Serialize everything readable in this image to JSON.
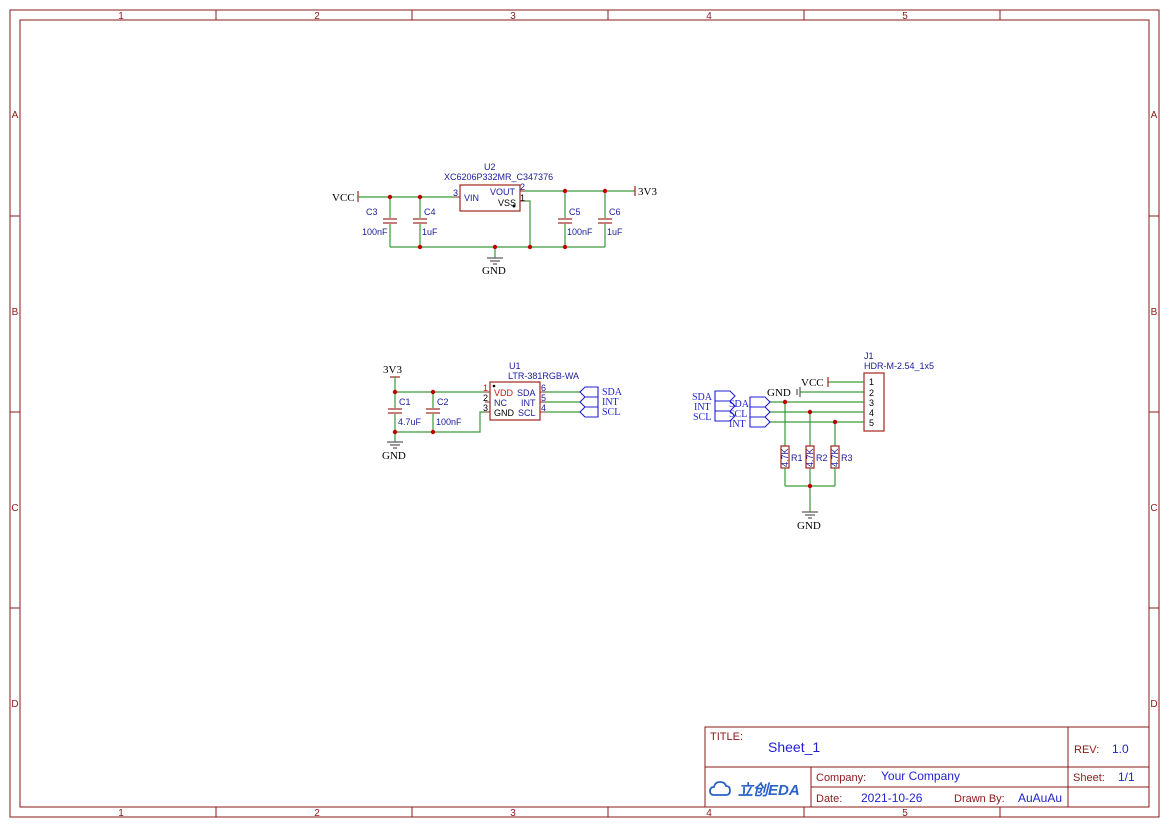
{
  "frame": {
    "columns": [
      "1",
      "2",
      "3",
      "4",
      "5"
    ],
    "rows": [
      "A",
      "B",
      "C",
      "D"
    ]
  },
  "regulator": {
    "ref": "U2",
    "part": "XC6206P332MR_C347376",
    "pins": {
      "vin": "VIN",
      "vout": "VOUT",
      "vss": "VSS",
      "n1": "1",
      "n2": "2",
      "n3": "3"
    },
    "input_net": "VCC",
    "output_net": "3V3",
    "gnd_net": "GND",
    "caps": [
      {
        "ref": "C3",
        "value": "100nF"
      },
      {
        "ref": "C4",
        "value": "1uF"
      },
      {
        "ref": "C5",
        "value": "100nF"
      },
      {
        "ref": "C6",
        "value": "1uF"
      }
    ]
  },
  "sensor": {
    "ref": "U1",
    "part": "LTR-381RGB-WA",
    "left_pins": [
      {
        "num": "1",
        "name": "VDD"
      },
      {
        "num": "2",
        "name": "NC"
      },
      {
        "num": "3",
        "name": "GND"
      }
    ],
    "right_pins": [
      {
        "num": "6",
        "name": "SDA"
      },
      {
        "num": "5",
        "name": "INT"
      },
      {
        "num": "4",
        "name": "SCL"
      }
    ],
    "power_net": "3V3",
    "gnd_net": "GND",
    "caps": [
      {
        "ref": "C1",
        "value": "4.7uF"
      },
      {
        "ref": "C2",
        "value": "100nF"
      }
    ],
    "ports": [
      "SDA",
      "INT",
      "SCL"
    ]
  },
  "connector": {
    "ref": "J1",
    "part": "HDR-M-2.54_1x5",
    "pins": [
      "1",
      "2",
      "3",
      "4",
      "5"
    ],
    "vcc_net": "VCC",
    "gnd_net": "GND",
    "gnd_bottom_net": "GND",
    "left_ports": [
      "SDA",
      "INT",
      "SCL"
    ],
    "bus_ports": [
      "SDA",
      "SCL",
      "INT"
    ],
    "resistors": [
      {
        "ref": "R1",
        "value": "4.7K"
      },
      {
        "ref": "R2",
        "value": "4.7K"
      },
      {
        "ref": "R3",
        "value": "4.7K"
      }
    ]
  },
  "titleblock": {
    "title_label": "TITLE:",
    "title_value": "Sheet_1",
    "rev_label": "REV:",
    "rev_value": "1.0",
    "company_label": "Company:",
    "company_value": "Your Company",
    "sheet_label": "Sheet:",
    "sheet_value": "1/1",
    "date_label": "Date:",
    "date_value": "2021-10-26",
    "drawn_label": "Drawn By:",
    "drawn_value": "AuAuAu",
    "logo_text": "立创EDA"
  },
  "colors": {
    "frame": "#8b1a1a",
    "wire": "#3a9a3a",
    "component": "#a0241e",
    "port": "#1f1fd0",
    "junction": "#c00000"
  }
}
